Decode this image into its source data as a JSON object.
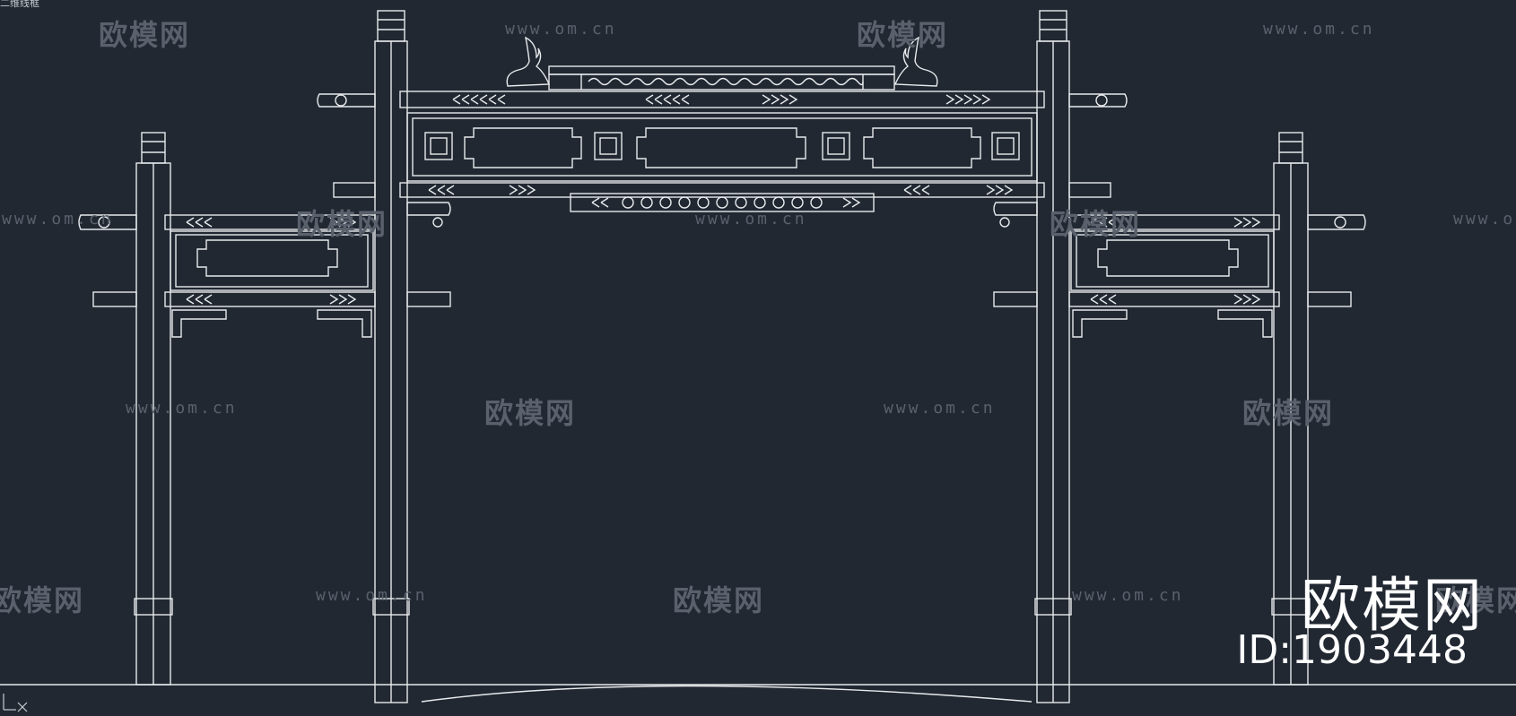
{
  "viewport": {
    "label": "二维线框"
  },
  "watermark": {
    "brand_cn": "欧模网",
    "url": "www.om.cn"
  },
  "brand_logo": {
    "name": "欧模网",
    "id_text": "ID:1903448"
  },
  "colors": {
    "background": "#212832",
    "line": "#e8eaec",
    "watermark": "#5a616c"
  },
  "icons": {
    "ucs": "ucs-axis-icon"
  }
}
